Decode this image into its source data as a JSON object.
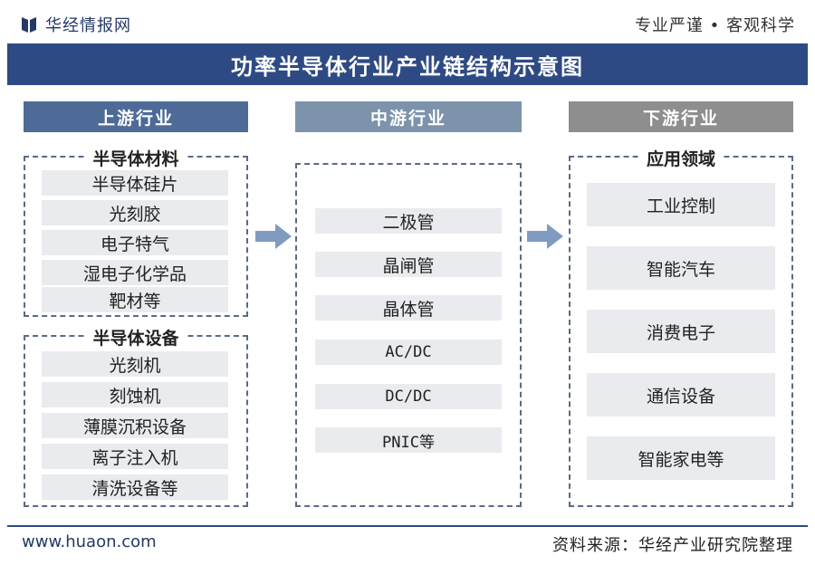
{
  "brand": {
    "name": "华经情报网",
    "logo_icon": "book-logo-icon",
    "color": "#233a66"
  },
  "slogan": "专业严谨 • 客观科学",
  "title": "功率半导体行业产业链结构示意图",
  "columns": {
    "upstream": {
      "label": "上游行业",
      "groups": [
        {
          "title": "半导体材料",
          "items": [
            "半导体硅片",
            "光刻胶",
            "电子特气",
            "湿电子化学品",
            "靶材等"
          ]
        },
        {
          "title": "半导体设备",
          "items": [
            "光刻机",
            "刻蚀机",
            "薄膜沉积设备",
            "离子注入机",
            "清洗设备等"
          ]
        }
      ]
    },
    "midstream": {
      "label": "中游行业",
      "items": [
        "二极管",
        "晶闸管",
        "晶体管",
        "AC/DC",
        "DC/DC",
        "PNIC等"
      ]
    },
    "downstream": {
      "label": "下游行业",
      "group_title": "应用领域",
      "items": [
        "工业控制",
        "智能汽车",
        "消费电子",
        "通信设备",
        "智能家电等"
      ]
    }
  },
  "colors": {
    "title_bar": "#2e4a84",
    "upstream_head": "#4e6b98",
    "midstream_head": "#7c93ab",
    "downstream_head": "#8e8e8e",
    "item_bg": "#e9ebee",
    "arrow": "#7f9cc0"
  },
  "footer": {
    "website": "www.huaon.com",
    "source": "资料来源：华经产业研究院整理"
  }
}
